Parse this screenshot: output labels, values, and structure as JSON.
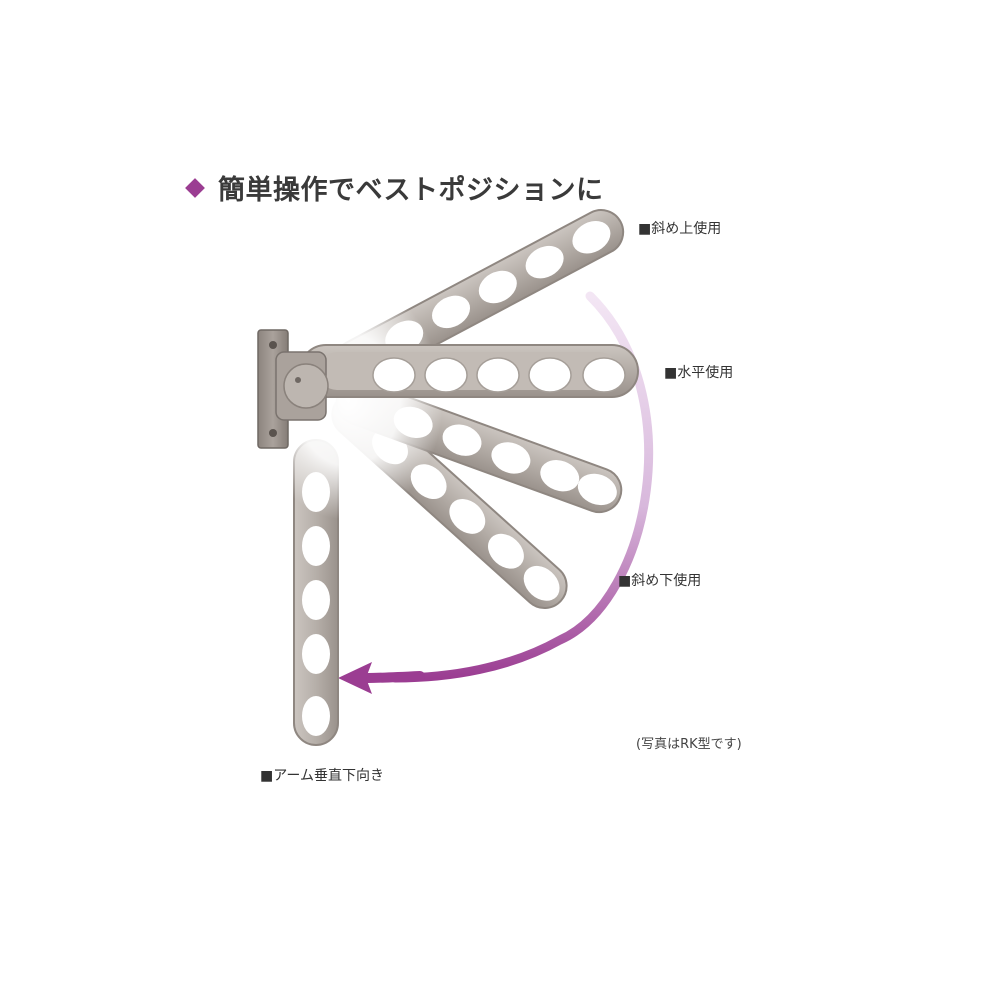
{
  "headline": "簡単操作でベストポジションに",
  "colors": {
    "accent": "#9b3d92",
    "arc_light": "#e7d3ea",
    "arm_fill": "#b3aca6",
    "arm_edge": "#8f8781",
    "arm_light": "#cfc9c4"
  },
  "positions": {
    "diagonal_up": "■斜め上使用",
    "horizontal": "■水平使用",
    "diagonal_down": "■斜め下使用",
    "vertical_down": "■アーム垂直下向き"
  },
  "note": "(写真はRK型です)",
  "icons": [
    "diamond-bullet-icon",
    "rotation-arrow-icon"
  ]
}
